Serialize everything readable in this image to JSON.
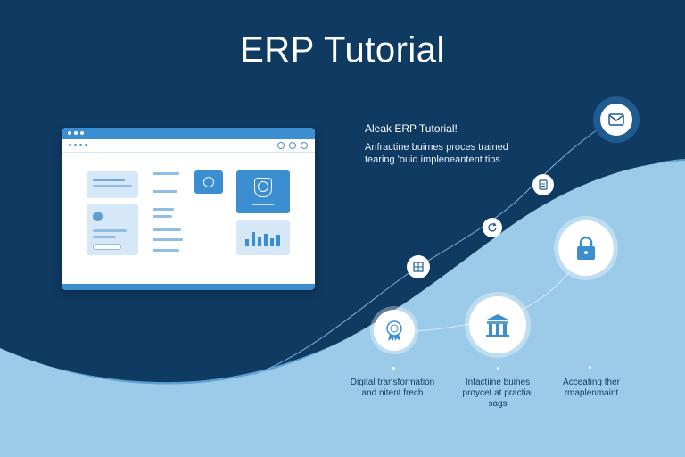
{
  "title": "ERP Tutorial",
  "info": {
    "heading": "Aleak ERP Tutorial!",
    "line1": "Anfractine buimes proces trained",
    "line2": "tearing 'ouid impleneantent tips"
  },
  "captions": [
    {
      "line1": "Digital transformation",
      "line2": "and nitent frech"
    },
    {
      "line1": "Infactiine buines",
      "line2": "proycet at practial",
      "line3": "sags"
    },
    {
      "line1": "Acceating ther",
      "line2": "rmaplenmaint"
    }
  ],
  "icons": {
    "browser_badge_1": "clock-icon",
    "browser_badge_2": "globe-shield-icon",
    "browser_chart": "bar-chart-icon",
    "node_1": "award-badge-icon",
    "node_2": "grid-icon",
    "node_3": "building-icon",
    "node_4": "refresh-icon",
    "node_5": "lock-icon",
    "node_6": "document-icon",
    "node_7": "mail-icon"
  },
  "colors": {
    "background_dark": "#0f3a62",
    "wave_light": "#9ccbea",
    "accent": "#3b8fd0",
    "white": "#ffffff"
  }
}
